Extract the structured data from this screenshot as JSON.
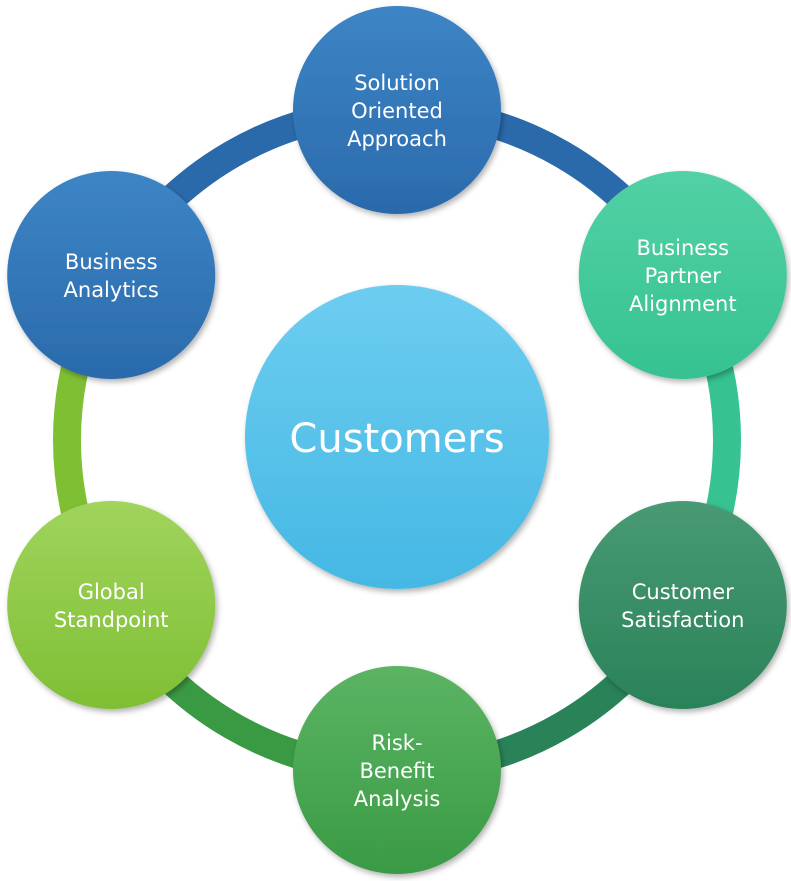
{
  "center": {
    "label": "Customers",
    "color_top": "#6dcdf0",
    "color_bottom": "#45b8e4"
  },
  "nodes": [
    {
      "id": "solution-oriented-approach",
      "lines": [
        "Solution",
        "Oriented",
        "Approach"
      ],
      "color_top": "#3d85c6",
      "color_bottom": "#2a6aab"
    },
    {
      "id": "business-partner-alignment",
      "lines": [
        "Business",
        "Partner",
        "Alignment"
      ],
      "color_top": "#52d1a5",
      "color_bottom": "#36c291"
    },
    {
      "id": "customer-satisfaction",
      "lines": [
        "Customer",
        "Satisfaction"
      ],
      "color_top": "#489a74",
      "color_bottom": "#2a8259"
    },
    {
      "id": "risk-benefit-analysis",
      "lines": [
        "Risk-",
        "Benefit",
        "Analysis"
      ],
      "color_top": "#5bb463",
      "color_bottom": "#3a9a44"
    },
    {
      "id": "global-standpoint",
      "lines": [
        "Global",
        "Standpoint"
      ],
      "color_top": "#a0d45c",
      "color_bottom": "#7fbf34"
    },
    {
      "id": "business-analytics",
      "lines": [
        "Business",
        "Analytics"
      ],
      "color_top": "#3d85c6",
      "color_bottom": "#2a6aab"
    }
  ]
}
